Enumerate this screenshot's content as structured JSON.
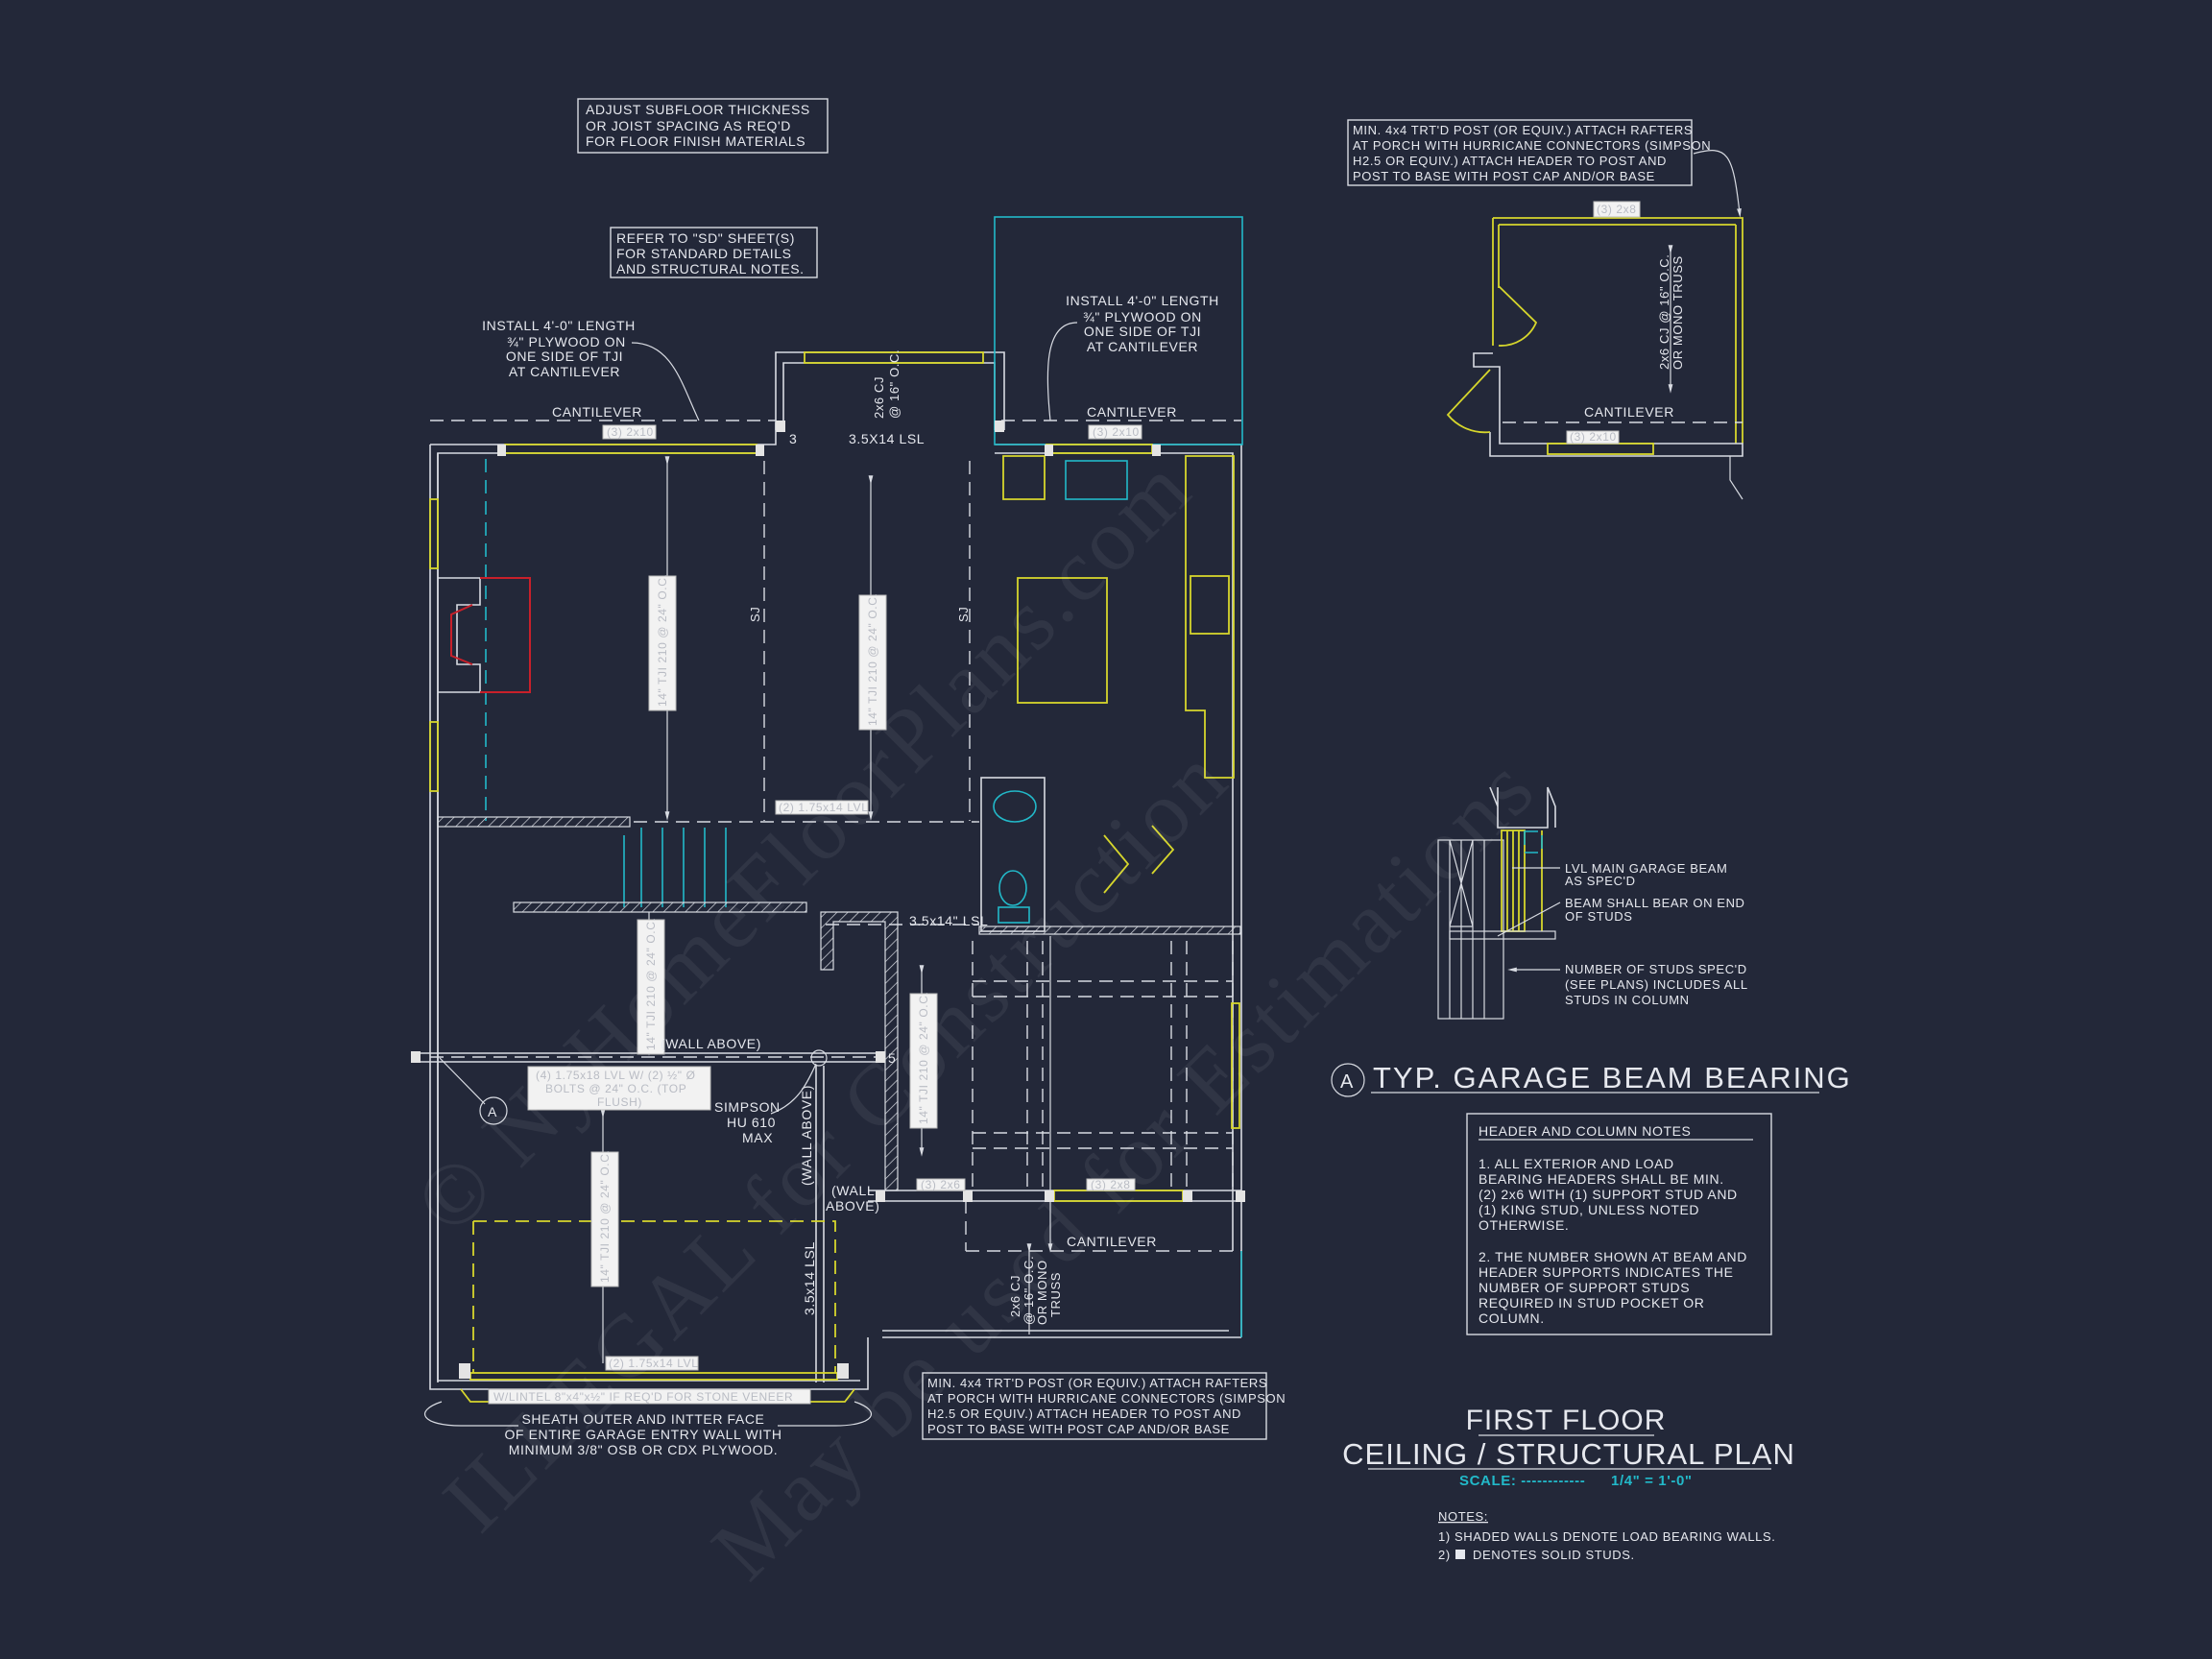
{
  "notes_top": {
    "subfloor": [
      "ADJUST SUBFLOOR THICKNESS",
      "OR JOIST SPACING AS REQ'D",
      "FOR FLOOR FINISH MATERIALS"
    ],
    "refer_sd": [
      "REFER TO \"SD\" SHEET(S)",
      "FOR STANDARD DETAILS",
      "AND STRUCTURAL NOTES."
    ]
  },
  "callouts": {
    "plywood_left": [
      "INSTALL 4'-0\" LENGTH",
      "¾\" PLYWOOD ON",
      "ONE SIDE OF TJI",
      "AT CANTILEVER"
    ],
    "plywood_right": [
      "INSTALL 4'-0\" LENGTH",
      "¾\" PLYWOOD ON",
      "ONE SIDE OF TJI",
      "AT CANTILEVER"
    ],
    "porch_post_top": [
      "MIN. 4x4 TRT'D POST (OR EQUIV.) ATTACH RAFTERS",
      "AT PORCH WITH HURRICANE CONNECTORS (SIMPSON",
      "H2.5 OR EQUIV.) ATTACH HEADER TO POST AND",
      "POST TO BASE WITH POST CAP AND/OR BASE"
    ],
    "porch_post_bottom": [
      "MIN. 4x4 TRT'D POST (OR EQUIV.) ATTACH RAFTERS",
      "AT PORCH WITH HURRICANE CONNECTORS (SIMPSON",
      "H2.5 OR EQUIV.) ATTACH HEADER TO POST AND",
      "POST TO BASE WITH POST CAP AND/OR BASE"
    ],
    "garage_sheath": [
      "SHEATH OUTER AND INTTER FACE",
      "OF ENTIRE GARAGE ENTRY WALL WITH",
      "MINIMUM 3/8\" OSB OR CDX PLYWOOD."
    ],
    "simpson": [
      "SIMPSON",
      "HU 610",
      "MAX"
    ]
  },
  "labels": {
    "cantilever": "CANTILEVER",
    "lsl_top": "3.5X14 LSL",
    "lsl_mid": "3.5x14\" LSL",
    "lsl_garage": "3.5x14 LSL",
    "cj_line1": "2x6 CJ",
    "cj_line2": "@ 16\" O.C.",
    "cj_full": "2x6 CJ @ 16\" O.C.",
    "cj_mono": "OR MONO TRUSS",
    "cj_mono2": "OR MONO",
    "truss": "TRUSS",
    "sj": "SJ",
    "wall_above": "(WALL ABOVE)",
    "wall_above_1": "(WALL",
    "wall_above_2": "ABOVE)",
    "num3": "3",
    "num5": "5",
    "section_a": "A"
  },
  "beam_tags": {
    "b_3_2x10": "(3) 2x10",
    "b_2_175x14": "(2) 1.75x14 LVL",
    "b_tji": "14\" TJI 210 @ 24\" O.C.",
    "b_garage_main": [
      "(4) 1.75x18 LVL W/ (2) ½\" Ø",
      "BOLTS @ 24\" O.C. (TOP",
      "FLUSH)"
    ],
    "b_lintel": "W/LINTEL 8\"x4\"x½\" IF REQ'D FOR STONE VENEER",
    "b_3_2x8": "(3) 2x8",
    "b_3_2x6": "(3) 2x6",
    "b_3_2x10b": "(3) 2x10"
  },
  "detail": {
    "marker": "A",
    "title": "TYP. GARAGE BEAM BEARING",
    "callout_beam": [
      "LVL MAIN GARAGE BEAM",
      "AS SPEC'D"
    ],
    "callout_bear": [
      "BEAM SHALL BEAR ON END",
      "OF STUDS"
    ],
    "callout_studs": [
      "NUMBER OF STUDS SPEC'D",
      "(SEE PLANS) INCLUDES ALL",
      "STUDS IN COLUMN"
    ]
  },
  "header_notes": {
    "title": "HEADER AND COLUMN NOTES",
    "note1": [
      "1. ALL EXTERIOR AND LOAD",
      "BEARING HEADERS SHALL BE MIN.",
      "(2) 2x6 WITH (1) SUPPORT STUD AND",
      "(1) KING STUD, UNLESS NOTED",
      "OTHERWISE."
    ],
    "note2": [
      "2. THE NUMBER SHOWN AT BEAM AND",
      "HEADER SUPPORTS INDICATES THE",
      "NUMBER OF SUPPORT STUDS",
      "REQUIRED IN STUD POCKET OR",
      "COLUMN."
    ]
  },
  "title_block": {
    "line1": "FIRST FLOOR",
    "line2": "CEILING / STRUCTURAL PLAN",
    "scale_label": "SCALE: ------------",
    "scale_value": "1/4\" = 1'-0\""
  },
  "notes": {
    "heading": "NOTES:",
    "item1": "1) SHADED WALLS DENOTE LOAD BEARING WALLS.",
    "item2_prefix": "2)",
    "item2": "DENOTES SOLID STUDS."
  },
  "watermark": [
    "© NyHomeFloorPlans.com",
    "ILLEGAL for Construction",
    "May be used for Estimations"
  ],
  "colors": {
    "background": "#232839",
    "lines": "#d8dbe2",
    "beams": "#d6d62c",
    "fixtures": "#22b9c9",
    "fireplace": "#c8202a"
  }
}
